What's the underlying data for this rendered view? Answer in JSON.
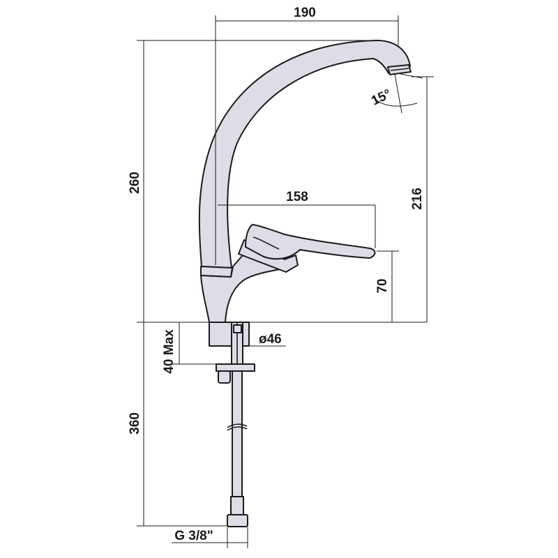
{
  "dimensions": {
    "spout_reach": "190",
    "total_height": "260",
    "spout_height": "216",
    "lever_reach": "158",
    "lever_height": "70",
    "base_diameter": "ø46",
    "max_deck_thickness": "40 Max",
    "hose_length": "360",
    "thread": "G 3/8\"",
    "aerator_angle": "15°"
  }
}
